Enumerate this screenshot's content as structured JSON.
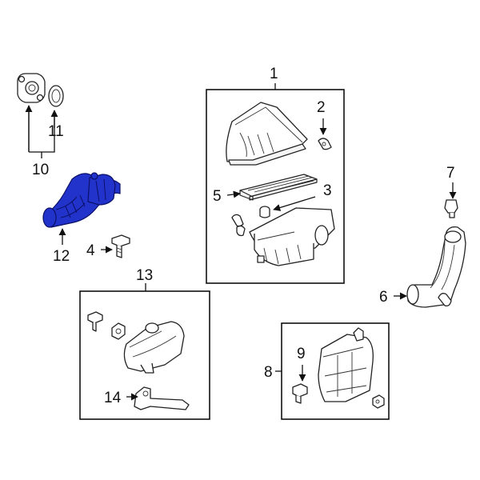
{
  "callouts": {
    "c1": "1",
    "c2": "2",
    "c3": "3",
    "c4": "4",
    "c5": "5",
    "c6": "6",
    "c7": "7",
    "c8": "8",
    "c9": "9",
    "c10": "10",
    "c11": "11",
    "c12": "12",
    "c13": "13",
    "c14": "14"
  },
  "colors": {
    "highlight": "#2233cc",
    "line": "#111111",
    "background": "#ffffff"
  },
  "highlighted_part": "12"
}
